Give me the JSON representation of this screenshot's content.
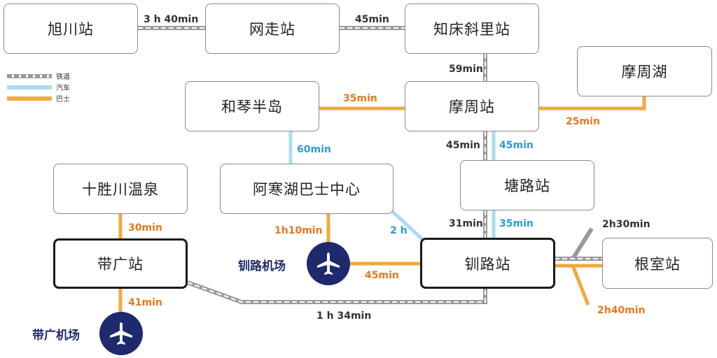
{
  "stations": {
    "asahikawa": "旭川站",
    "abashiri": "网走站",
    "shiretoko": "知床斜里站",
    "mashuko": "摩周湖",
    "wakoto": "和琴半岛",
    "mashu": "摩周站",
    "tokachigawa": "十胜川温泉",
    "akan": "阿寒湖巴士中心",
    "tōro": "塘路站",
    "obihiro": "带广站",
    "kushiro": "钏路站",
    "nemuro": "根室站"
  },
  "airports": {
    "kushiro_airport": "钏路机场",
    "obihiro_airport": "带广机场"
  },
  "legend": {
    "rail": "铁道",
    "car": "汽车",
    "bus": "巴士"
  },
  "times": {
    "asahikawa_abashiri": "3 h 40min",
    "abashiri_shiretoko": "45min",
    "shiretoko_mashu": "59min",
    "wakoto_mashu": "35min",
    "mashu_mashuko": "25min",
    "wakoto_akan": "60min",
    "mashu_toro_rail": "45min",
    "mashu_toro_car": "45min",
    "toro_kushiro_rail": "31min",
    "toro_kushiro_car": "35min",
    "tokachi_obihiro": "30min",
    "akan_kushiroair": "1h10min",
    "akan_kushiro_car": "2 h",
    "kushiroair_kushiro": "45min",
    "kushiro_nemuro_rail": "2h30min",
    "kushiro_nemuro_bus": "2h40min",
    "obihiro_obihiroair": "41min",
    "obihiro_kushiro_rail": "1 h 34min"
  },
  "colors": {
    "rail": "#9a9a9a",
    "car": "#aadcf2",
    "bus": "#f2a93b",
    "airport": "#1e2a6e"
  }
}
